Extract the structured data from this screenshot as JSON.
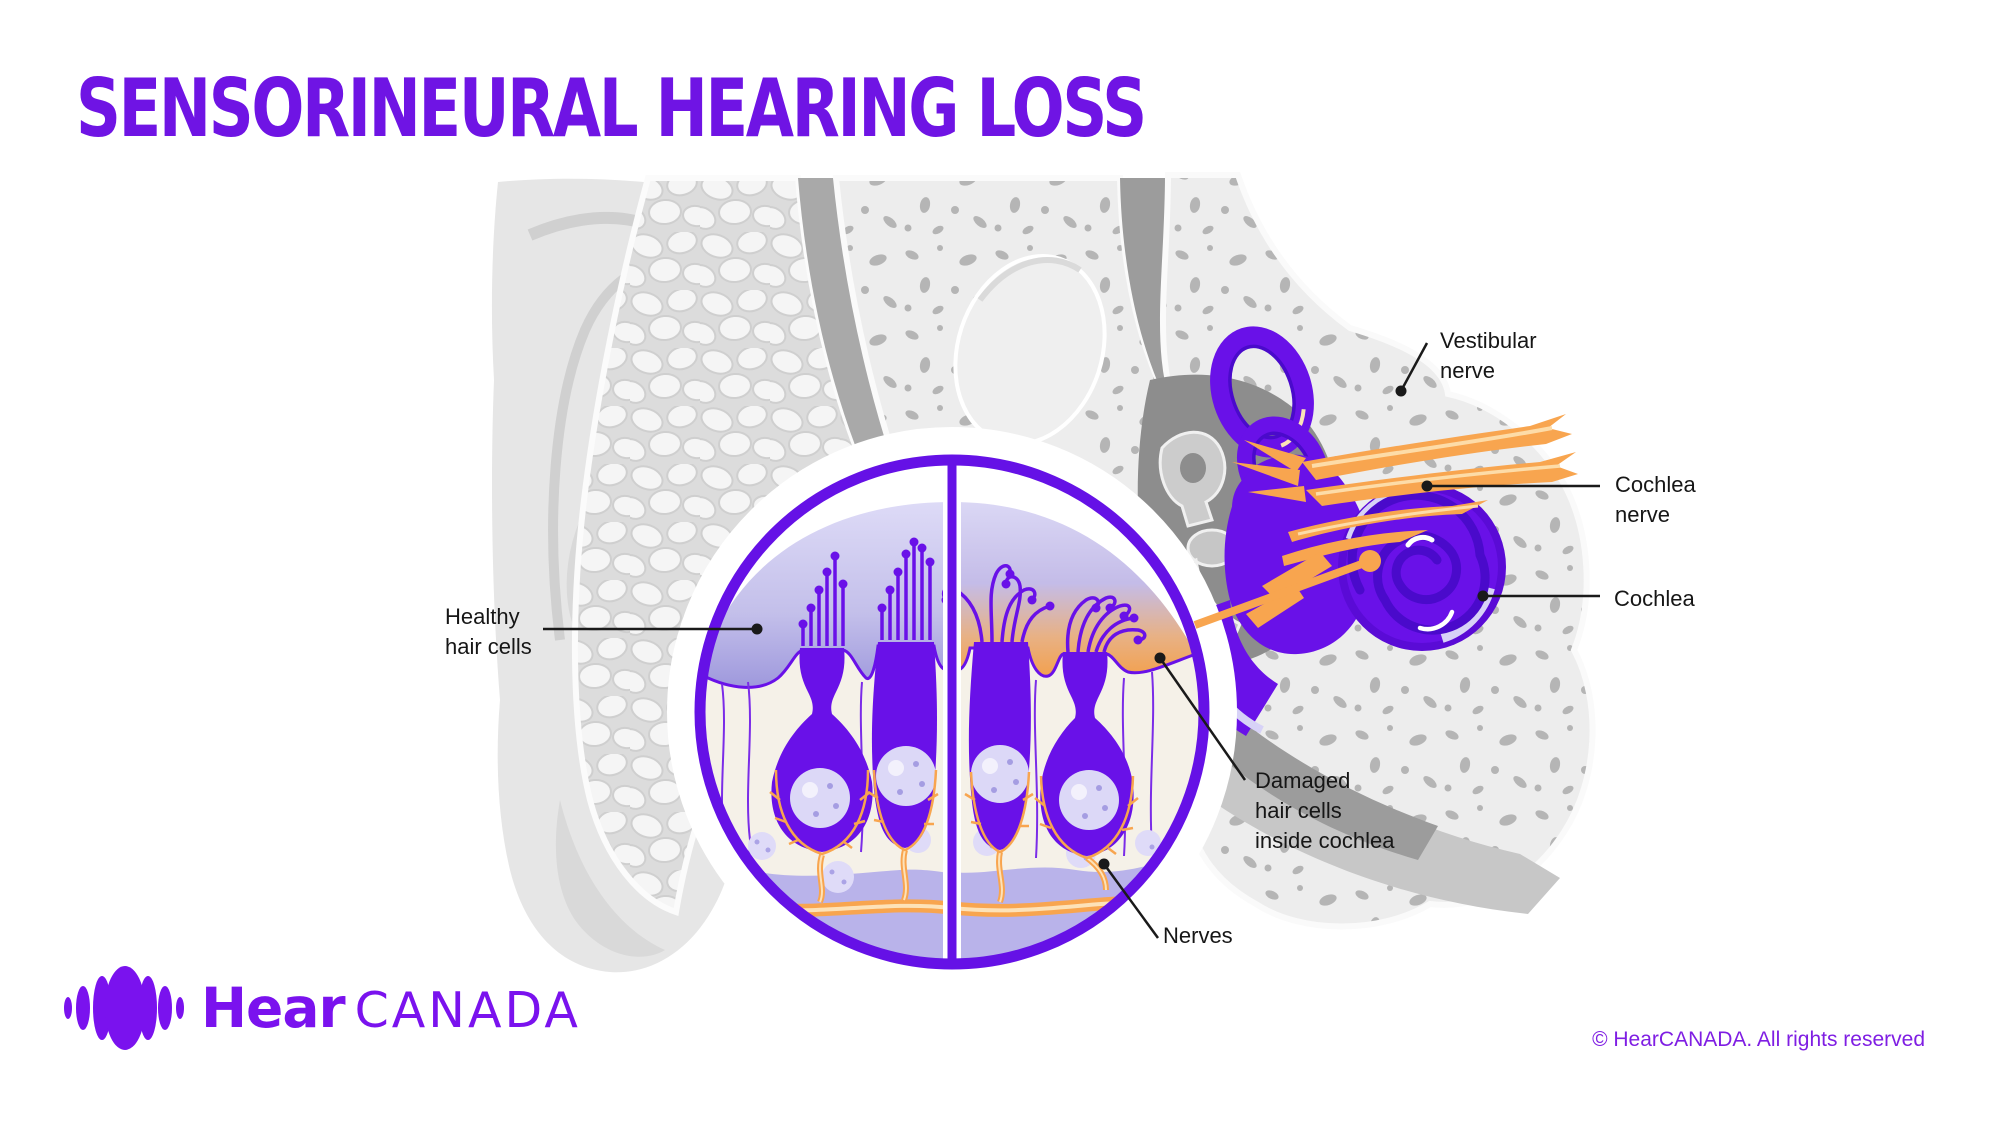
{
  "title": "SENSORINEURAL HEARING LOSS",
  "labels": {
    "vestibular_nerve": "Vestibular\nnerve",
    "cochlea_nerve": "Cochlea\nnerve",
    "cochlea": "Cochlea",
    "healthy_hair_cells": "Healthy\nhair cells",
    "damaged_hair_cells": "Damaged\nhair cells\ninside cochlea",
    "nerves": "Nerves"
  },
  "logo": {
    "brand_bold": "Hear",
    "brand_light": "CANADA"
  },
  "footer": {
    "copyright": "© HearCANADA. All rights reserved"
  },
  "colors": {
    "title_purple": "#6F14E4",
    "inner_ear_purple": "#6911E8",
    "dark_purple": "#4A0ACB",
    "nerve_orange": "#F8A54F",
    "membrane_lavender": "#A39DDE",
    "supporting_cell_cream": "#F5F1E8",
    "label_black": "#161616",
    "logo_purple": "#7A12EE"
  }
}
